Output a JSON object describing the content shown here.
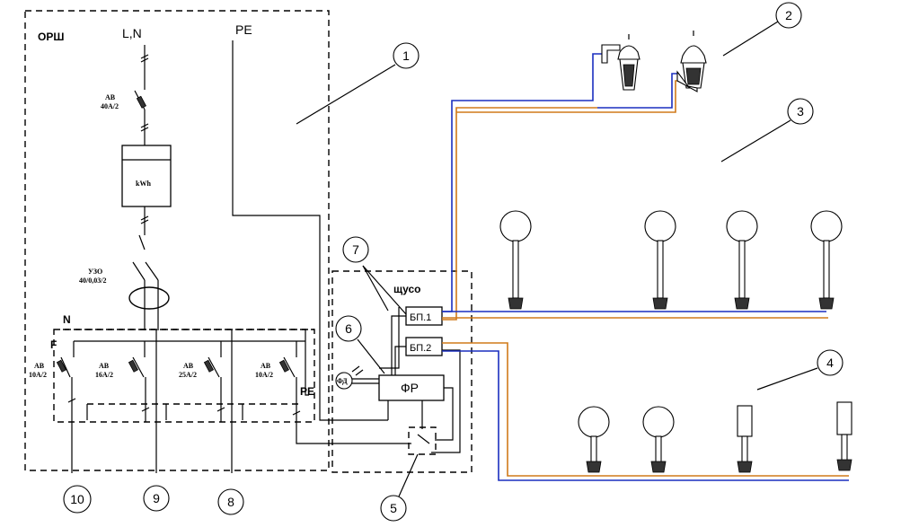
{
  "labels": {
    "orsh": "ОРШ",
    "ln": "L,N",
    "pe_top": "PE",
    "pe_mid": "PE",
    "n": "N",
    "f": "F",
    "shchuso": "щусо",
    "kwh": "kWh",
    "uzo": "УЗО",
    "uzo_rating": "40/0,03/2",
    "main_breaker": "АВ",
    "main_breaker_rating": "40А/2",
    "bp1": "БП.1",
    "bp2": "БП.2",
    "fr": "ФР",
    "fd": "ФД"
  },
  "breakers": [
    {
      "name": "АВ",
      "rating": "10А/2"
    },
    {
      "name": "АВ",
      "rating": "16А/2"
    },
    {
      "name": "АВ",
      "rating": "25А/2"
    },
    {
      "name": "АВ",
      "rating": "10А/2"
    }
  ],
  "callouts": [
    "1",
    "2",
    "3",
    "4",
    "5",
    "6",
    "7",
    "8",
    "9",
    "10"
  ],
  "colors": {
    "wire_blue": "#1a2fbf",
    "wire_orange": "#d07a1a"
  }
}
